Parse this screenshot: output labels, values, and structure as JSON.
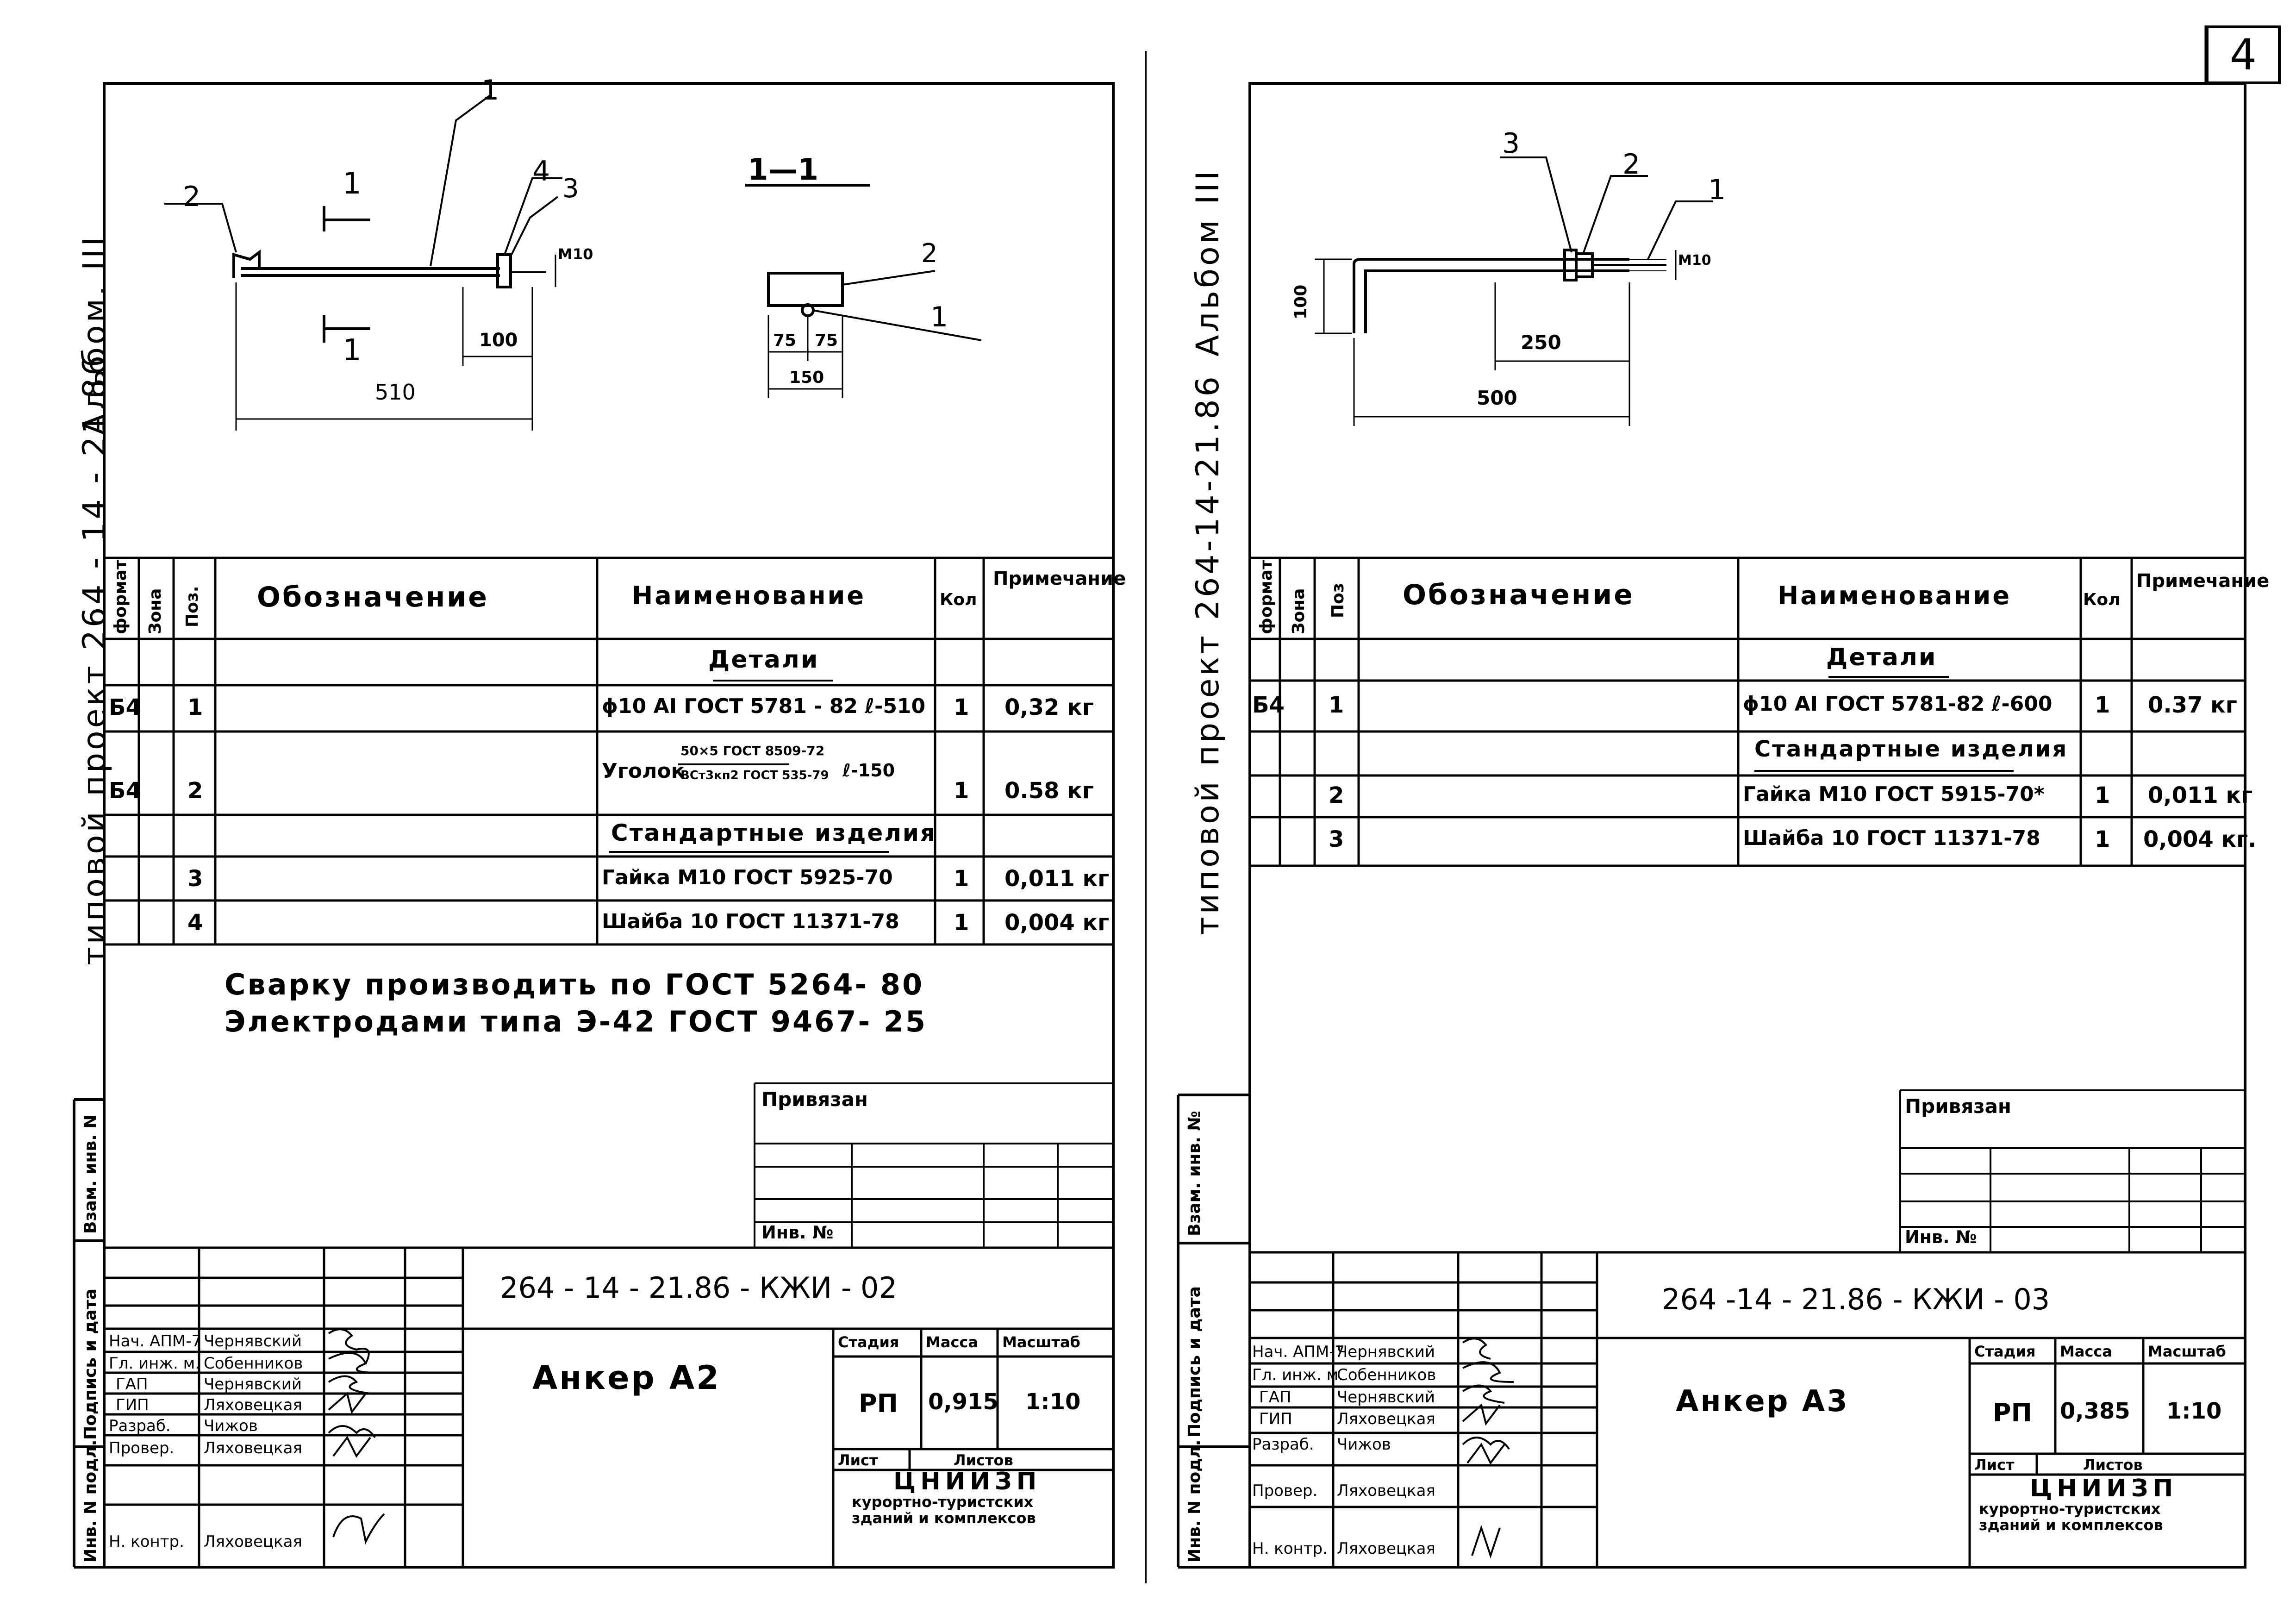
{
  "sheet_number": "4",
  "sheets": [
    {
      "side_title": {
        "project": "типовой проект 264 - 14 - 21.86",
        "album": "Альбом. III"
      },
      "drawing": {
        "callouts": [
          "1",
          "2",
          "3",
          "4"
        ],
        "section_mark": "1",
        "section_title": "1—1",
        "thread": "M10",
        "dims": [
          "510",
          "100",
          "150",
          "75",
          "75"
        ],
        "section_callouts": [
          "2",
          "1"
        ]
      },
      "spec": {
        "headers": {
          "format": "формат",
          "zone": "Зона",
          "pos": "Поз.",
          "designation": "Обозначение",
          "name": "Наименование",
          "qty": "Кол",
          "note": "Примечание"
        },
        "section_details": "Детали",
        "section_standard": "Стандартные изделия",
        "rows": [
          {
            "format": "Б4",
            "pos": "1",
            "name": "ϕ10 AI ГОСТ 5781 - 82  ℓ-510",
            "qty": "1",
            "note": "0,32 кг"
          },
          {
            "format": "Б4",
            "pos": "2",
            "name_main": "Уголок",
            "name_top": "50×5 ГОСТ 8509-72",
            "name_bottom": "ВСт3кп2 ГОСТ 535-79",
            "name_len": "ℓ-150",
            "qty": "1",
            "note": "0.58 кг"
          },
          {
            "format": "",
            "pos": "3",
            "name": "Гайка М10 ГОСТ 5925-70",
            "qty": "1",
            "note": "0,011 кг"
          },
          {
            "format": "",
            "pos": "4",
            "name": "Шайба 10 ГОСТ 11371-78",
            "qty": "1",
            "note": "0,004 кг"
          }
        ]
      },
      "note_lines": [
        "Сварку производить  по ГОСТ 5264- 80",
        "Электродами типа  Э-42 ГОСТ 9467- 25"
      ],
      "binding": {
        "tied": "Привязан",
        "inv": "Инв. №"
      },
      "left_margin": [
        "Инв. N подл.",
        "Подпись и дата",
        "Взам. инв. N"
      ],
      "stamp": {
        "code": "264 - 14 - 21.86 - КЖИ - 02",
        "title": "Анкер А2",
        "people": [
          {
            "role": "Нач. АПМ-7",
            "name": "Чернявский"
          },
          {
            "role": "Гл. инж. м.",
            "name": "Собенников"
          },
          {
            "role": "ГАП",
            "name": "Чернявский"
          },
          {
            "role": "ГИП",
            "name": "Ляховецкая"
          },
          {
            "role": "Разраб.",
            "name": "Чижов"
          },
          {
            "role": "Провер.",
            "name": "Ляховецкая"
          },
          {
            "role": "",
            "name": ""
          },
          {
            "role": "Н. контр.",
            "name": "Ляховецкая"
          }
        ],
        "stage_h": "Стадия",
        "mass_h": "Масса",
        "scale_h": "Масштаб",
        "stage": "РП",
        "mass": "0,915",
        "scale": "1:10",
        "sheet_h": "Лист",
        "sheets_h": "Листов",
        "org": "ЦНИИЗП",
        "org_sub1": "курортно-туристских",
        "org_sub2": "зданий и комплексов"
      }
    },
    {
      "side_title": {
        "project": "типовой проект 264-14-21.86",
        "album": "Альбом III"
      },
      "drawing": {
        "callouts": [
          "3",
          "2",
          "1"
        ],
        "thread": "M10",
        "dims": [
          "100",
          "250",
          "500"
        ]
      },
      "spec": {
        "headers": {
          "format": "формат",
          "zone": "Зона",
          "pos": "Поз",
          "designation": "Обозначение",
          "name": "Наименование",
          "qty": "Кол",
          "note": "Примечание"
        },
        "section_details": "Детали",
        "section_standard": "Стандартные изделия",
        "rows": [
          {
            "format": "Б4",
            "pos": "1",
            "name": "ϕ10 AI ГОСТ 5781-82  ℓ-600",
            "qty": "1",
            "note": "0.37 кг"
          },
          {
            "format": "",
            "pos": "2",
            "name": "Гайка М10 ГОСТ 5915-70*",
            "qty": "1",
            "note": "0,011 кг"
          },
          {
            "format": "",
            "pos": "3",
            "name": "Шайба 10 ГОСТ 11371-78",
            "qty": "1",
            "note": "0,004 кг."
          }
        ]
      },
      "binding": {
        "tied": "Привязан",
        "inv": "Инв. №"
      },
      "left_margin": [
        "Инв. N подл.",
        "Подпись и дата",
        "Взам. инв. №"
      ],
      "stamp": {
        "code": "264 -14 - 21.86   - КЖИ - 03",
        "title": "Анкер А3",
        "people": [
          {
            "role": "Нач. АПМ-7",
            "name": "Чернявский"
          },
          {
            "role": "Гл. инж. м.",
            "name": "Собенников"
          },
          {
            "role": "ГАП",
            "name": "Чернявский"
          },
          {
            "role": "ГИП",
            "name": "Ляховецкая"
          },
          {
            "role": "Разраб.",
            "name": "Чижов"
          },
          {
            "role": "Провер.",
            "name": "Ляховецкая"
          },
          {
            "role": "",
            "name": ""
          },
          {
            "role": "Н. контр.",
            "name": "Ляховецкая"
          }
        ],
        "stage_h": "Стадия",
        "mass_h": "Масса",
        "scale_h": "Масштаб",
        "stage": "РП",
        "mass": "0,385",
        "scale": "1:10",
        "sheet_h": "Лист",
        "sheets_h": "Листов",
        "org": "ЦНИИЗП",
        "org_sub1": "курортно-туристских",
        "org_sub2": "зданий и комплексов"
      }
    }
  ]
}
